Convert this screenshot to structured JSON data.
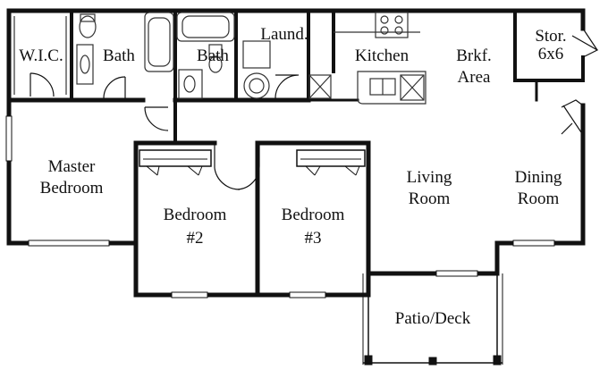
{
  "rooms": {
    "wic": "W.I.C.",
    "bath1": "Bath",
    "bath2": "Bath",
    "laundry": "Laund.",
    "kitchen": "Kitchen",
    "brkf_line1": "Brkf.",
    "brkf_line2": "Area",
    "storage_line1": "Stor.",
    "storage_line2": "6x6",
    "master_line1": "Master",
    "master_line2": "Bedroom",
    "bed2_line1": "Bedroom",
    "bed2_line2": "#2",
    "bed3_line1": "Bedroom",
    "bed3_line2": "#3",
    "living_line1": "Living",
    "living_line2": "Room",
    "dining_line1": "Dining",
    "dining_line2": "Room",
    "patio": "Patio/Deck"
  },
  "colors": {
    "wall": "#111111",
    "fixture": "#333333",
    "background": "#ffffff"
  }
}
